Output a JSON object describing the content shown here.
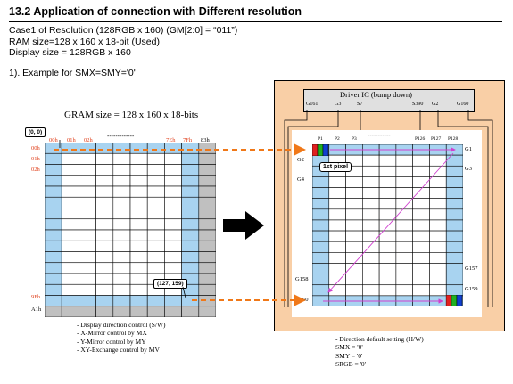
{
  "section_title": "13.2 Application of connection with Different resolution",
  "info_lines": [
    "Case1 of Resolution (128RGB x 160) (GM[2:0] = “011”)",
    "RAM size=128 x 160 x 18-bit (Used)",
    "Display size = 128RGB x 160"
  ],
  "example_label": "1). Example for SMX=SMY='0'",
  "gram": {
    "title": "GRAM  size  = 128 x 160 x 18-bits",
    "col_headers": [
      "00h",
      "01h",
      "02h",
      "7Eh",
      "7Fh",
      "83h"
    ],
    "row_labels": [
      "00h",
      "01h",
      "02h",
      "9Fh",
      "A1h"
    ],
    "origin_label": "(0, 0)",
    "end_label": "(127, 159)",
    "notes": [
      "- Display direction control (S/W)",
      "- X-Mirror control by MX",
      "- Y-Mirror control by MY",
      "- XY-Exchange control by MV"
    ]
  },
  "driver": {
    "title": "Driver IC   (bump down)",
    "pins": [
      "G161",
      "G3",
      "S7",
      "S390",
      "G2",
      "G160"
    ]
  },
  "panel": {
    "pixel_labels": [
      "P1",
      "P2",
      "P3",
      "P126",
      "P127",
      "P128"
    ],
    "left_gates": [
      "G2",
      "G4",
      "G158",
      "G160"
    ],
    "right_gates": [
      "G1",
      "G3",
      "G157",
      "G159"
    ],
    "first_pixel_label": "1st pixel",
    "notes": [
      "- Direction default setting (H/W)",
      "SMX = '0'",
      "SMY = '0'",
      "SRGB = '0'"
    ]
  },
  "colors": {
    "grid_blue": "#a8d3f0",
    "grid_gray": "#c0c0c0",
    "panel_orange": "#f9cfa6",
    "arrow_orange": "#f07818",
    "diagonal_magenta": "#d040d0",
    "label_red": "#e0401c"
  }
}
